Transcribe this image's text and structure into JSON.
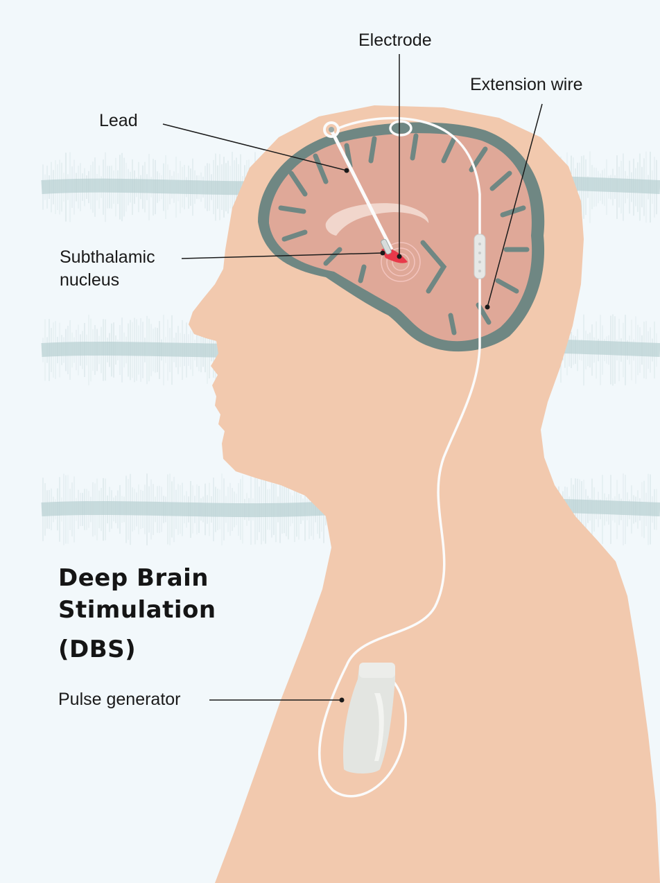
{
  "labels": {
    "electrode": "Electrode",
    "extension_wire": "Extension wire",
    "lead": "Lead",
    "subthalamic_line1": "Subthalamic",
    "subthalamic_line2": "nucleus",
    "pulse_generator": "Pulse generator"
  },
  "title": {
    "line1": "Deep Brain",
    "line2": "Stimulation",
    "line3": "(DBS)"
  },
  "colors": {
    "background": "#f2f8fb",
    "skin": "#f2c9ae",
    "brain": "#dfa898",
    "brain_outline": "#6f8783",
    "wire": "#fbfbfb",
    "device": "#e3e5e1",
    "stimulation_target": "#e8394a",
    "eeg_trace": "#b9d0d2"
  }
}
